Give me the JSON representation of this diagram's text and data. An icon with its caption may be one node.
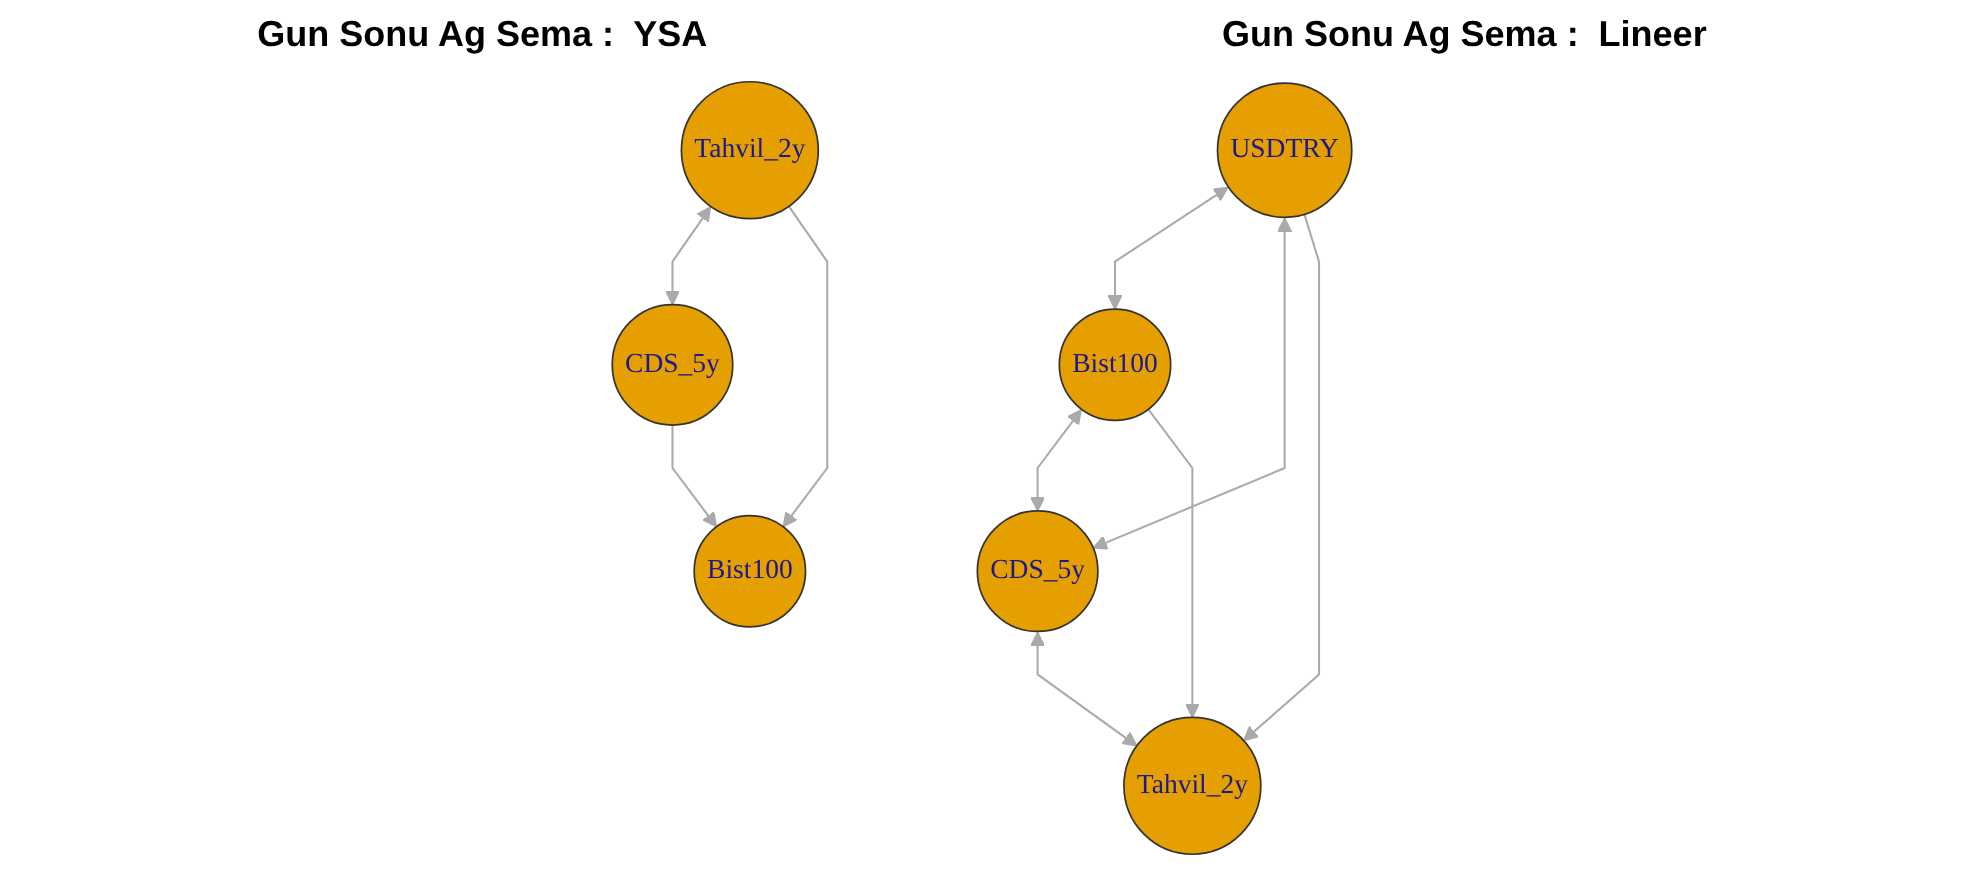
{
  "diagram": {
    "nodes": [
      {
        "text": [
          "USDTRY"
        ]
      },
      {
        "text": [
          "Bist100"
        ]
      },
      {
        "text": [
          "CDS_5y"
        ]
      },
      {
        "text": [
          "Tahvil_2y"
        ]
      },
      {
        "text": [
          "Tahvil_2y"
        ]
      },
      {
        "text": [
          "CDS_5y"
        ]
      },
      {
        "text": [
          "Bist100"
        ]
      }
    ],
    "edges": [
      {
        "from": 0,
        "to": 1,
        "arrow": "both"
      },
      {
        "from": 0,
        "to": 2,
        "arrow": "both"
      },
      {
        "from": 0,
        "to": 3,
        "arrow": "to"
      },
      {
        "from": 1,
        "to": 2,
        "arrow": "both"
      },
      {
        "from": 1,
        "to": 3,
        "arrow": "to"
      },
      {
        "from": 2,
        "to": 3,
        "arrow": "both"
      },
      {
        "from": 4,
        "to": 5,
        "arrow": "both"
      },
      {
        "from": 4,
        "to": 6,
        "arrow": "to"
      },
      {
        "from": 5,
        "to": 6,
        "arrow": "to"
      }
    ],
    "labels": [
      "Gun Sonu Ag Sema :  YSA",
      "Gun Sonu Ag Sema :  Lineer"
    ]
  }
}
